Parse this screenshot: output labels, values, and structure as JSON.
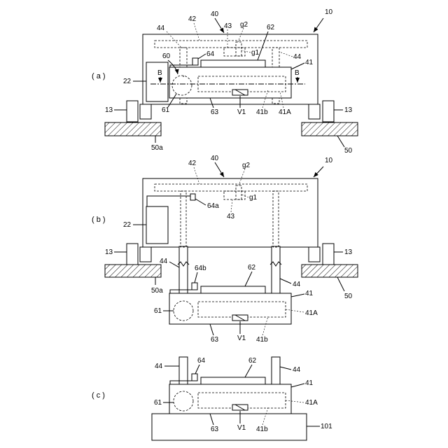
{
  "panels": [
    {
      "id": "a",
      "panel_label": "( a )",
      "labels": {
        "apparatus": "10",
        "frame": "40",
        "beam": "42",
        "guide_left": "44",
        "guide_right": "44",
        "block": "43",
        "g2": "g2",
        "g1": "g1",
        "plate": "62",
        "cable": "64",
        "drum": "60",
        "stage": "41",
        "unit": "22",
        "section_left": "B",
        "section_right": "B",
        "pump": "61",
        "pipe": "63",
        "valve": "V1",
        "path_b": "41b",
        "path_a": "41A",
        "leg_left": "13",
        "leg_right": "13",
        "floor_left": "50a",
        "floor_right": "50"
      }
    },
    {
      "id": "b",
      "panel_label": "( b )",
      "labels": {
        "apparatus": "10",
        "frame": "40",
        "beam": "42",
        "g2": "g2",
        "g1": "g1",
        "cable": "64a",
        "block": "43",
        "unit": "22",
        "leg_left": "13",
        "leg_right": "13",
        "guide_left": "44",
        "guide_right": "44",
        "cable_lower": "64b",
        "plate": "62",
        "floor_left": "50a",
        "floor_right": "50",
        "stage": "41",
        "pump": "61",
        "path_a": "41A",
        "pipe": "63",
        "valve": "V1",
        "path_b": "41b"
      }
    },
    {
      "id": "c",
      "panel_label": "( c )",
      "labels": {
        "guide_left": "44",
        "cable": "64",
        "plate": "62",
        "guide_right": "44",
        "stage": "41",
        "panel_c": "( c )",
        "pump": "61",
        "path_a": "41A",
        "pipe": "63",
        "valve": "V1",
        "path_b": "41b",
        "base": "101"
      }
    }
  ]
}
